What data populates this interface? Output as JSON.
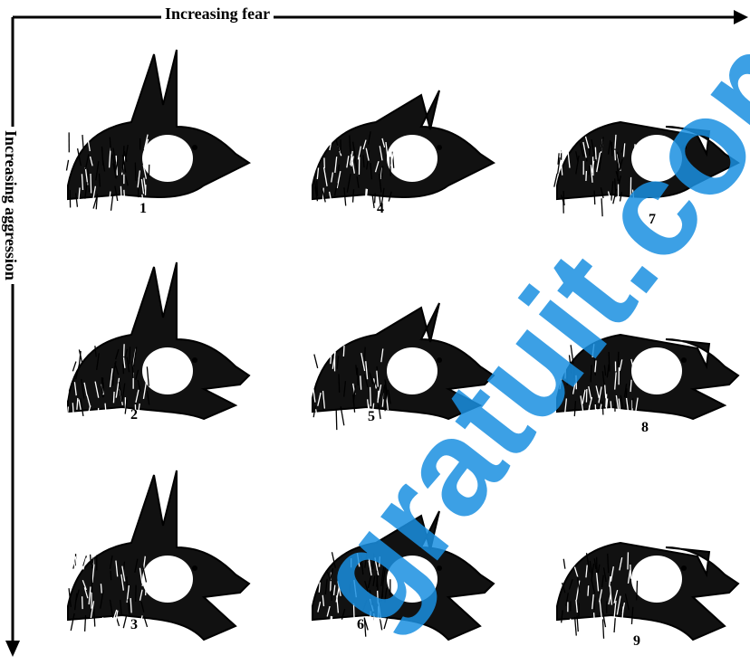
{
  "axes": {
    "horizontal_label": "Increasing fear",
    "vertical_label": "Increasing aggression"
  },
  "panels": [
    {
      "number": "1",
      "fear": 1,
      "aggression": 1
    },
    {
      "number": "2",
      "fear": 1,
      "aggression": 2
    },
    {
      "number": "3",
      "fear": 1,
      "aggression": 3
    },
    {
      "number": "4",
      "fear": 2,
      "aggression": 1
    },
    {
      "number": "5",
      "fear": 2,
      "aggression": 2
    },
    {
      "number": "6",
      "fear": 2,
      "aggression": 3
    },
    {
      "number": "7",
      "fear": 3,
      "aggression": 1
    },
    {
      "number": "8",
      "fear": 3,
      "aggression": 2
    },
    {
      "number": "9",
      "fear": 3,
      "aggression": 3
    }
  ],
  "watermark": {
    "text": "gratuit.com",
    "color": "#1a8fe0"
  },
  "icons": {
    "head": "dog-head-icon",
    "arrow": "arrow-icon"
  }
}
